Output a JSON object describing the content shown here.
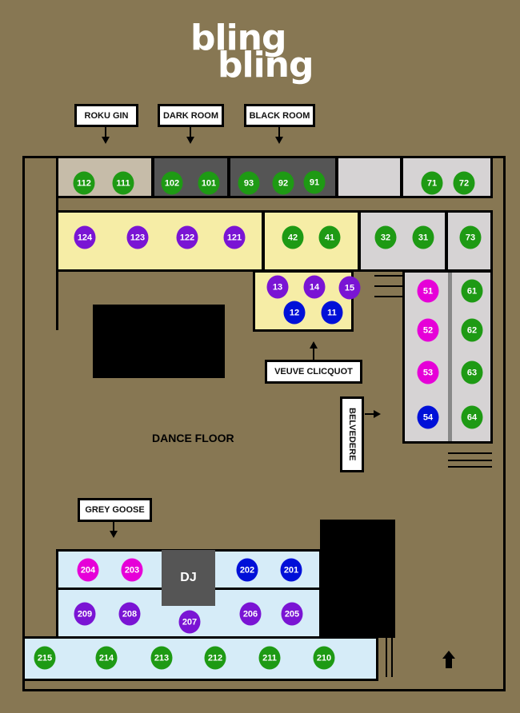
{
  "logo": {
    "line1": "bling",
    "line2": "bling"
  },
  "labels": {
    "roku_gin": "ROKU GIN",
    "dark_room": "DARK ROOM",
    "black_room": "BLACK ROOM",
    "veuve_clicquot": "VEUVE CLICQUOT",
    "belvedere": "BELVEDERE",
    "grey_goose": "GREY GOOSE",
    "dance_floor": "DANCE FLOOR",
    "dj": "DJ"
  },
  "colors": {
    "background": "#877753",
    "green": "#1e9a14",
    "purple": "#7a14d4",
    "magenta": "#e600d8",
    "blue": "#0010d8",
    "yellow_zone": "#f6eda6",
    "grey_zone": "#d6d3d4",
    "dark_zone": "#555555",
    "tan_zone": "#c6bca9",
    "blue_zone": "#d6ecf8"
  },
  "tables": [
    {
      "id": "112",
      "color": "green"
    },
    {
      "id": "111",
      "color": "green"
    },
    {
      "id": "102",
      "color": "green"
    },
    {
      "id": "101",
      "color": "green"
    },
    {
      "id": "93",
      "color": "green"
    },
    {
      "id": "92",
      "color": "green"
    },
    {
      "id": "91",
      "color": "green"
    },
    {
      "id": "71",
      "color": "green"
    },
    {
      "id": "72",
      "color": "green"
    },
    {
      "id": "124",
      "color": "purple"
    },
    {
      "id": "123",
      "color": "purple"
    },
    {
      "id": "122",
      "color": "purple"
    },
    {
      "id": "121",
      "color": "purple"
    },
    {
      "id": "42",
      "color": "green"
    },
    {
      "id": "41",
      "color": "green"
    },
    {
      "id": "32",
      "color": "green"
    },
    {
      "id": "31",
      "color": "green"
    },
    {
      "id": "73",
      "color": "green"
    },
    {
      "id": "13",
      "color": "purple"
    },
    {
      "id": "14",
      "color": "purple"
    },
    {
      "id": "15",
      "color": "purple"
    },
    {
      "id": "12",
      "color": "blue"
    },
    {
      "id": "11",
      "color": "blue"
    },
    {
      "id": "51",
      "color": "magenta"
    },
    {
      "id": "52",
      "color": "magenta"
    },
    {
      "id": "53",
      "color": "magenta"
    },
    {
      "id": "54",
      "color": "blue"
    },
    {
      "id": "61",
      "color": "green"
    },
    {
      "id": "62",
      "color": "green"
    },
    {
      "id": "63",
      "color": "green"
    },
    {
      "id": "64",
      "color": "green"
    },
    {
      "id": "204",
      "color": "magenta"
    },
    {
      "id": "203",
      "color": "magenta"
    },
    {
      "id": "202",
      "color": "blue"
    },
    {
      "id": "201",
      "color": "blue"
    },
    {
      "id": "209",
      "color": "purple"
    },
    {
      "id": "208",
      "color": "purple"
    },
    {
      "id": "207",
      "color": "purple"
    },
    {
      "id": "206",
      "color": "purple"
    },
    {
      "id": "205",
      "color": "purple"
    },
    {
      "id": "215",
      "color": "green"
    },
    {
      "id": "214",
      "color": "green"
    },
    {
      "id": "213",
      "color": "green"
    },
    {
      "id": "212",
      "color": "green"
    },
    {
      "id": "211",
      "color": "green"
    },
    {
      "id": "210",
      "color": "green"
    }
  ]
}
